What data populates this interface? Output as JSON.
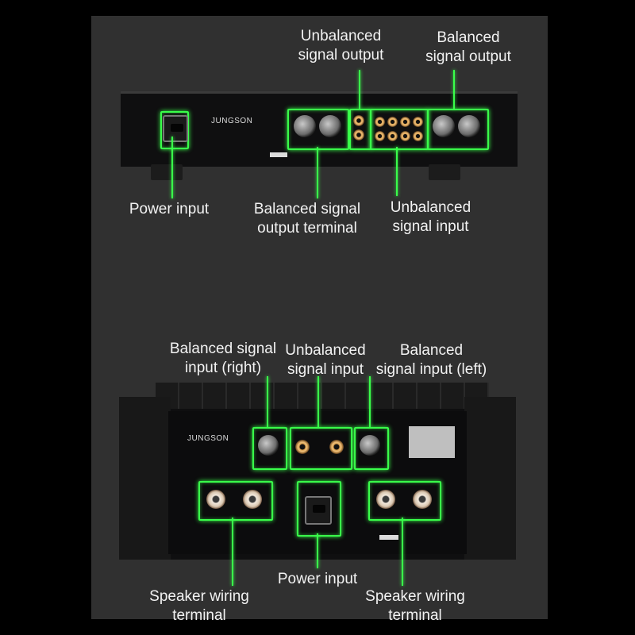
{
  "colors": {
    "highlight": "#39ff4a",
    "background": "#303030",
    "label": "#f2f2f2"
  },
  "top_unit": {
    "brand": "JUNGSON",
    "labels": {
      "unbalanced_output": [
        "Unbalanced",
        "signal output"
      ],
      "balanced_output": [
        "Balanced",
        "signal output"
      ],
      "power_input": [
        "Power input"
      ],
      "balanced_output_terminal": [
        "Balanced signal",
        "output terminal"
      ],
      "unbalanced_input": [
        "Unbalanced",
        "signal input"
      ]
    }
  },
  "bottom_unit": {
    "brand": "JUNGSON",
    "labels": {
      "balanced_input_right": [
        "Balanced signal",
        "input (right)"
      ],
      "unbalanced_input": [
        "Unbalanced",
        "signal input"
      ],
      "balanced_input_left": [
        "Balanced",
        "signal input (left)"
      ],
      "power_input": [
        "Power input"
      ],
      "speaker_left": [
        "Speaker wiring",
        "terminal"
      ],
      "speaker_right": [
        "Speaker wiring",
        "terminal"
      ]
    }
  }
}
